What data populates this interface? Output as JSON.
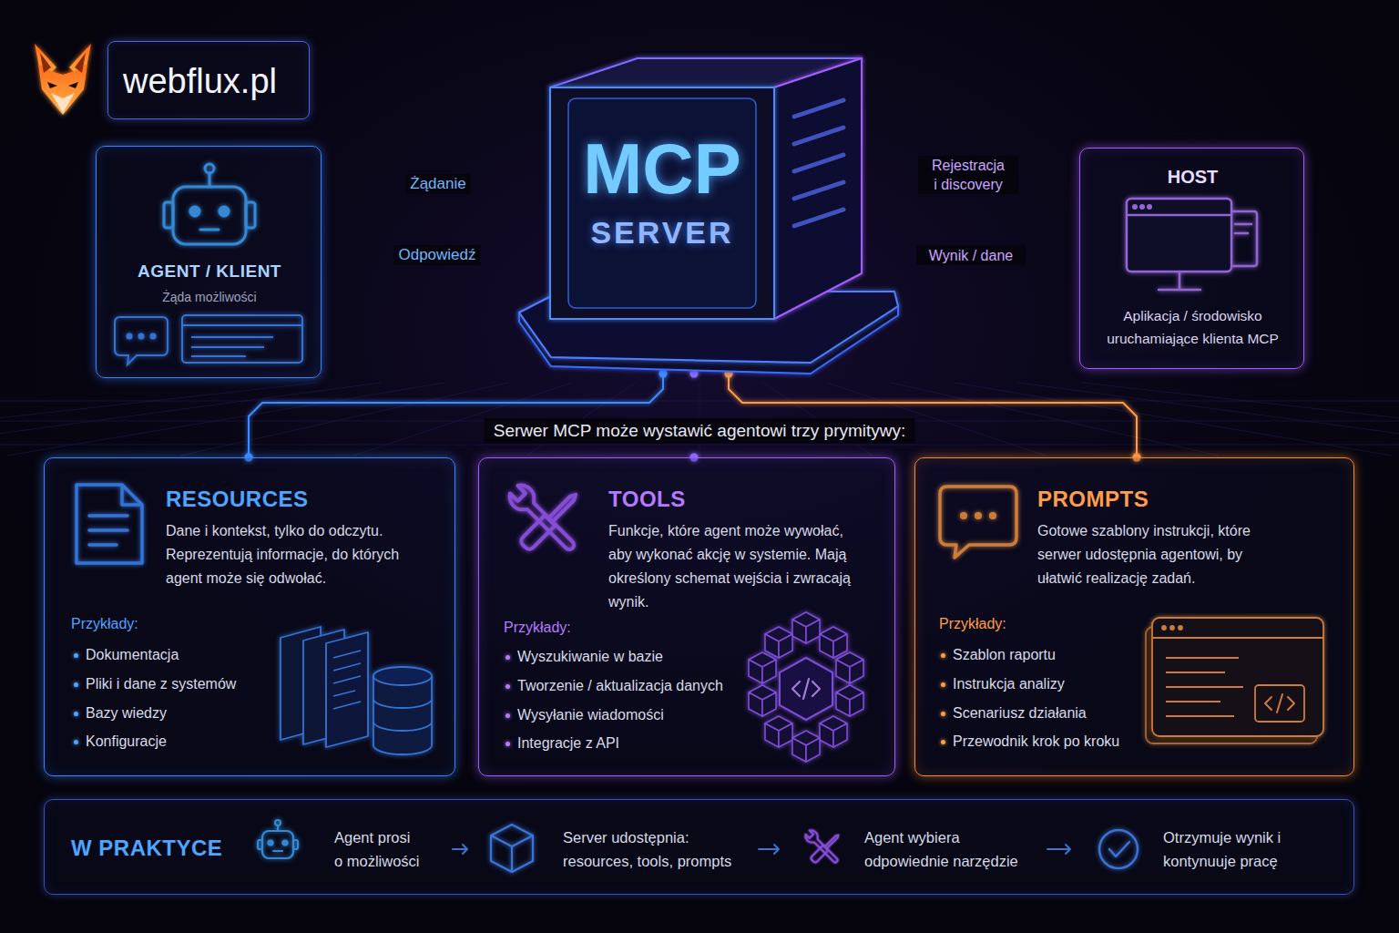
{
  "diagram": {
    "nodes": [
      {
        "text": [
          "webflux.pl"
        ]
      },
      {
        "text": [
          "AGENT / KLIENT",
          "Żąda możliwości"
        ]
      },
      {
        "text": [
          "MCP",
          "SERVER"
        ]
      },
      {
        "text": [
          "HOST",
          "Aplikacja / środowisko uruchamiające klienta MCP"
        ]
      },
      {
        "text": [
          "RESOURCES",
          "Dane i kontekst, tylko do odczytu. Reprezentują informacje, do których agent może się odwołać.",
          "Przykłady:",
          "Dokumentacja",
          "Pliki i dane z systemów",
          "Bazy wiedzy",
          "Konfiguracje"
        ]
      },
      {
        "text": [
          "TOOLS",
          "Funkcje, które agent może wywołać, aby wykonać akcję w systemie. Mają określony schemat wejścia i zwracają wynik.",
          "Przykłady:",
          "Wyszukiwanie w bazie",
          "Tworzenie / aktualizacja danych",
          "Wysyłanie wiadomości",
          "Integracje z API"
        ]
      },
      {
        "text": [
          "PROMPTS",
          "Gotowe szablony instrukcji, które serwer udostępnia agentowi, by ułatwić realizację zadań.",
          "Przykłady:",
          "Szablon raportu",
          "Instrukcja analizy",
          "Scenariusz działania",
          "Przewodnik krok po kroku"
        ]
      },
      {
        "text": [
          "W PRAKTYCE",
          "Agent prosi o możliwości",
          "Server udostępnia: resources, tools, prompts",
          "Agent wybiera odpowiednie narzędzie",
          "Otrzymuje wynik i kontynuuje pracę"
        ]
      }
    ],
    "edges": [
      {
        "from": 1,
        "to": 2,
        "label": "Żądanie",
        "arrow": "to"
      },
      {
        "from": 2,
        "to": 1,
        "label": "Odpowiedź",
        "arrow": "to"
      },
      {
        "from": 3,
        "to": 2,
        "label": "Rejestracja i discovery",
        "arrow": "to"
      },
      {
        "from": 2,
        "to": 3,
        "label": "Wynik / dane",
        "arrow": "to"
      },
      {
        "from": 2,
        "to": 4,
        "arrow": "none"
      },
      {
        "from": 2,
        "to": 5,
        "arrow": "none"
      },
      {
        "from": 2,
        "to": 6,
        "arrow": "none"
      }
    ],
    "labels": [
      "Serwer MCP może wystawić agentowi trzy prymitywy:"
    ]
  }
}
